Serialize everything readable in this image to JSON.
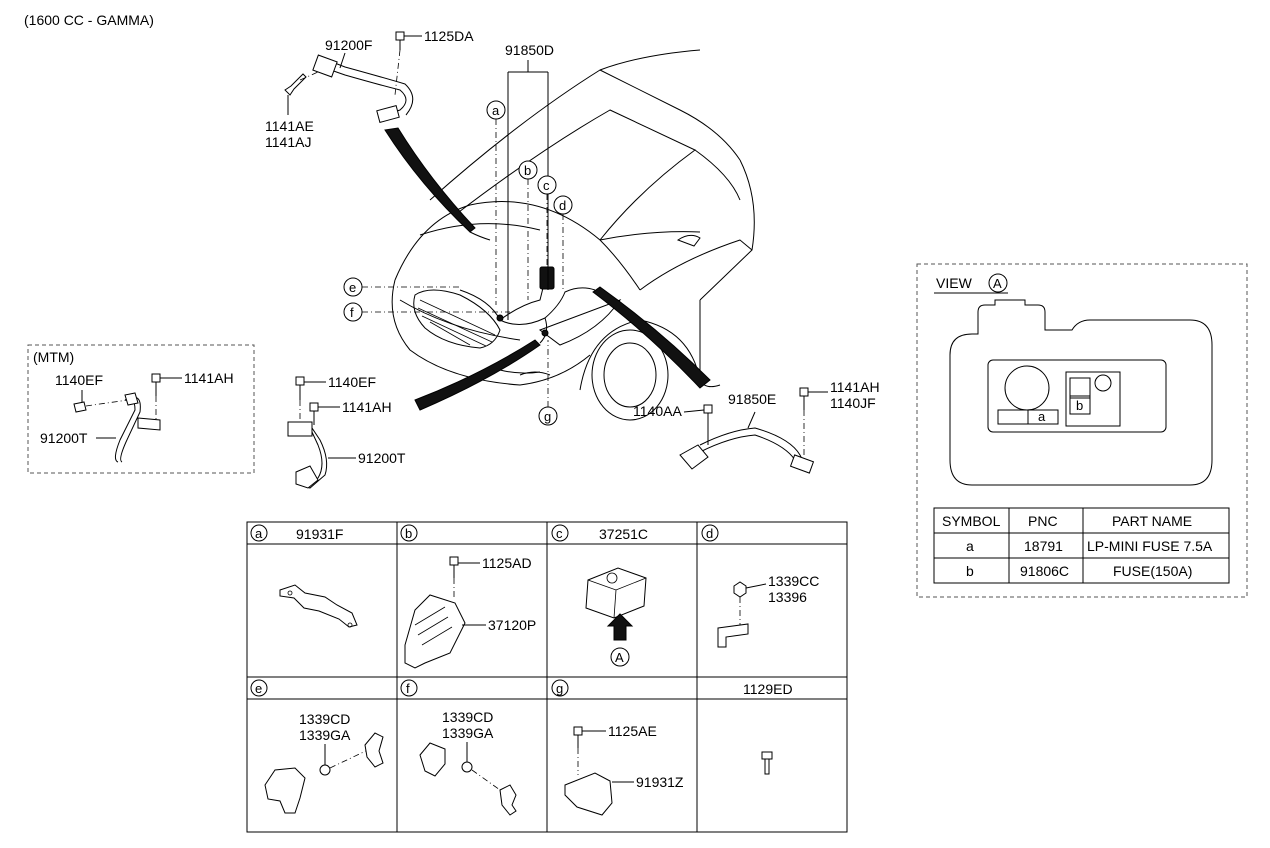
{
  "header": {
    "engine_note": "(1600 CC - GAMMA)"
  },
  "main_diagram": {
    "labels": {
      "p91200F": "91200F",
      "p1125DA": "1125DA",
      "p1141AE": "1141AE",
      "p1141AJ": "1141AJ",
      "p91850D": "91850D",
      "p1140EF": "1140EF",
      "p1141AH": "1141AH",
      "p91200T": "91200T",
      "p1140AA": "1140AA",
      "p91850E": "91850E",
      "p1141AH_r": "1141AH",
      "p1140JF": "1140JF"
    },
    "callouts": [
      "a",
      "b",
      "c",
      "d",
      "e",
      "f",
      "g"
    ]
  },
  "mtm_box": {
    "title": "(MTM)",
    "labels": {
      "p1140EF": "1140EF",
      "p1141AH": "1141AH",
      "p91200T": "91200T"
    }
  },
  "view_box": {
    "title": "VIEW",
    "ref": "A",
    "slot_a": "a",
    "slot_b": "b",
    "table": {
      "headers": [
        "SYMBOL",
        "PNC",
        "PART NAME"
      ],
      "rows": [
        {
          "symbol": "a",
          "pnc": "18791",
          "name": "LP-MINI FUSE 7.5A"
        },
        {
          "symbol": "b",
          "pnc": "91806C",
          "name": "FUSE(150A)"
        }
      ]
    }
  },
  "grid": {
    "cells": [
      {
        "letter": "a",
        "title": "91931F",
        "parts": []
      },
      {
        "letter": "b",
        "title": "",
        "parts": [
          "1125AD",
          "37120P"
        ]
      },
      {
        "letter": "c",
        "title": "37251C",
        "parts": [
          "A"
        ]
      },
      {
        "letter": "d",
        "title": "",
        "parts": [
          "1339CC",
          "13396"
        ]
      },
      {
        "letter": "e",
        "title": "",
        "parts": [
          "1339CD",
          "1339GA"
        ]
      },
      {
        "letter": "f",
        "title": "",
        "parts": [
          "1339CD",
          "1339GA"
        ]
      },
      {
        "letter": "g",
        "title": "",
        "parts": [
          "1125AE",
          "91931Z"
        ]
      },
      {
        "letter": "",
        "title": "1129ED",
        "parts": []
      }
    ]
  }
}
